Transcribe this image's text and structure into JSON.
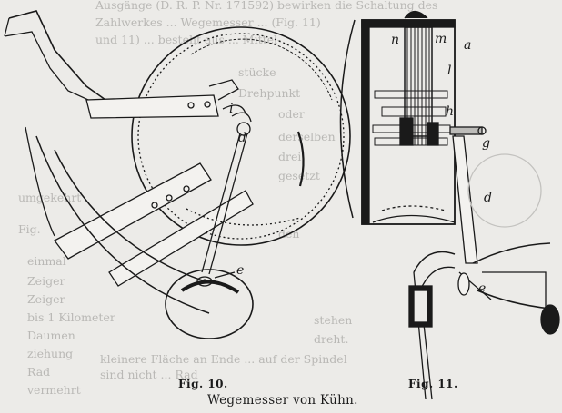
{
  "figures": {
    "fig10_caption": "Fig. 10.",
    "fig11_caption": "Fig. 11.",
    "main_caption": "Wegemesser von Kühn."
  },
  "labels_fig10": {
    "i": "i",
    "d": "d",
    "e": "e"
  },
  "labels_fig11": {
    "n": "n",
    "m": "m",
    "a": "a",
    "l": "l",
    "h": "h",
    "g": "g",
    "d": "d",
    "e": "e"
  },
  "bleed_through_lines": [
    "Ausgänge (D. R. P. Nr. 171592) bewirken die Schaltung des",
    "Zahlwerkes ... Wegemesser ... (Fig. 11)",
    "und 11) ... besteht aus ... Mittel-",
    "stücke",
    "Drehpunkt",
    "oder",
    "derselben",
    "drei",
    "gesetzt",
    "den",
    "umgekehrt",
    "Fig.",
    "stehen",
    "Zeiger",
    "dreht.",
    "einmal",
    "Zeiger",
    "bis 1 Kilometer",
    "Daumen",
    "ziehung",
    "Rad",
    "vermehrt",
    "kleinere Fläche an Ende ... auf der Spindel",
    "sind nicht ... Rad"
  ],
  "colors": {
    "paper": "#ecebe8",
    "ink": "#1a1a1a",
    "bleed": "#b9b8b5"
  }
}
